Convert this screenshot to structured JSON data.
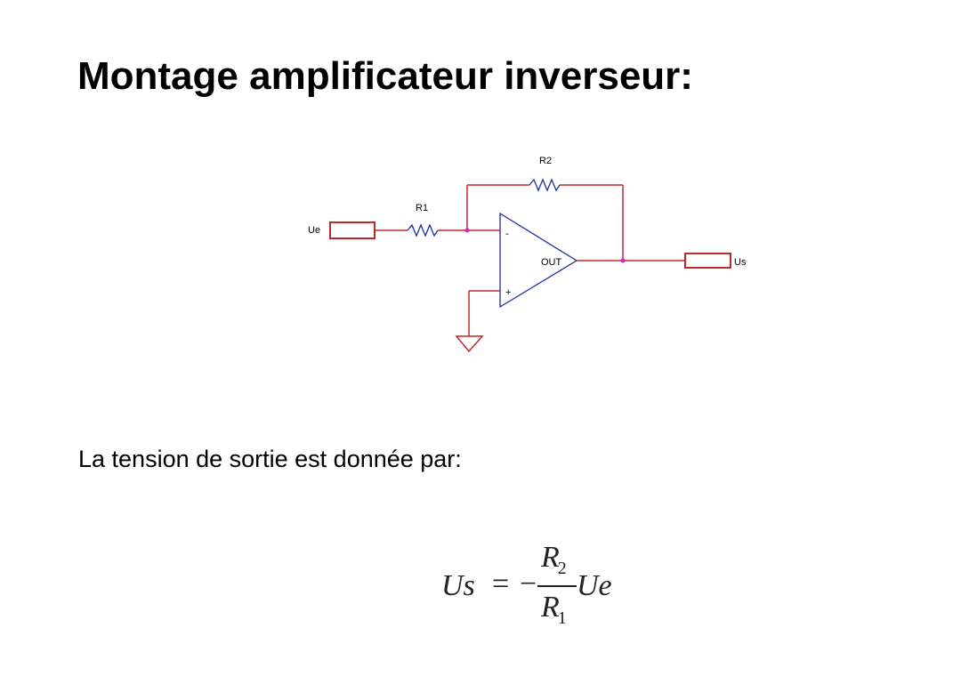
{
  "title": "Montage amplificateur inverseur:",
  "circuit": {
    "input_label": "Ue",
    "output_label": "Us",
    "r1_label": "R1",
    "r2_label": "R2",
    "minus_label": "-",
    "plus_label": "+",
    "out_label": "OUT",
    "colors": {
      "wire": "#c0282d",
      "opamp": "#1f2f9e",
      "node": "#d626c8"
    }
  },
  "text": {
    "intro": "La tension de sortie est donnée par:"
  },
  "formula": {
    "lhs": "Us",
    "equals": "=",
    "minus": "−",
    "num_var": "R",
    "num_sub": "2",
    "den_var": "R",
    "den_sub": "1",
    "rhs": "Ue"
  }
}
